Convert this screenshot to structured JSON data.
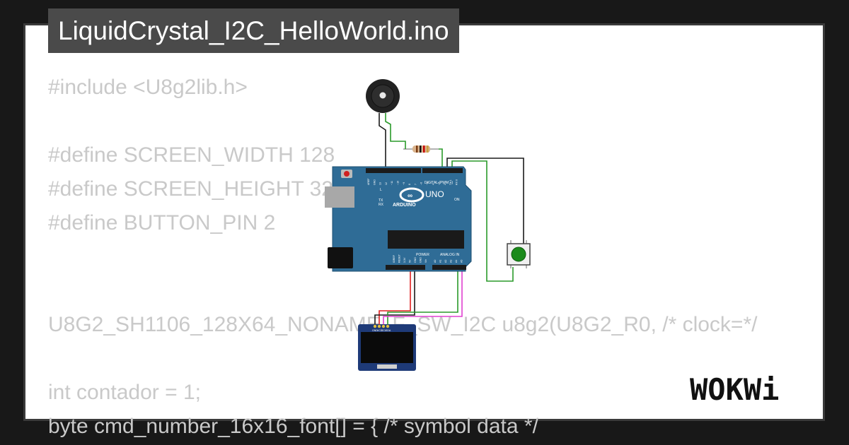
{
  "window": {
    "title": "LiquidCrystal_I2C_HelloWorld.ino"
  },
  "code": {
    "lines": [
      "#include <U8g2lib.h>",
      "",
      "#define SCREEN_WIDTH 128",
      "#define SCREEN_HEIGHT 32",
      "#define BUTTON_PIN 2",
      "",
      "",
      "U8G2_SH1106_128X64_NONAME_F_SW_I2C u8g2(U8G2_R0, /* clock=*/",
      "",
      "int contador = 1;",
      "byte cmd_number_16x16_font[] = { /* symbol data */"
    ]
  },
  "board": {
    "brand": "ARDUINO",
    "model": "UNO",
    "digital_label": "DIGITAL (PWM ~)",
    "power_label": "POWER",
    "analog_label": "ANALOG IN",
    "on_label": "ON",
    "led_labels": [
      "L",
      "TX",
      "RX"
    ],
    "digital_pins": [
      "AREF",
      "GND",
      "13",
      "12",
      "~11",
      "~10",
      "~9",
      "8",
      "7",
      "~6",
      "~5",
      "4",
      "~3",
      "2",
      "TX 1",
      "RX 0"
    ],
    "power_pins": [
      "IOREF",
      "RESET",
      "3.3V",
      "5V",
      "GND",
      "GND",
      "Vin"
    ],
    "analog_pins": [
      "A0",
      "A1",
      "A2",
      "A3",
      "A4",
      "A5"
    ]
  },
  "oled": {
    "pin_labels": [
      "GND",
      "VCC",
      "SCL",
      "SDA"
    ]
  },
  "logo": {
    "text": "WOKWi"
  },
  "colors": {
    "background": "#181818",
    "card": "#ffffff",
    "title_bg": "#4a4a4a",
    "code_text": "#c9c9c9",
    "board": "#2f6c96",
    "wire_green": "#2a9a2a",
    "wire_red": "#e02020",
    "wire_black": "#1a1a1a",
    "wire_magenta": "#e040d0",
    "button_cap": "#1a8a1a"
  }
}
